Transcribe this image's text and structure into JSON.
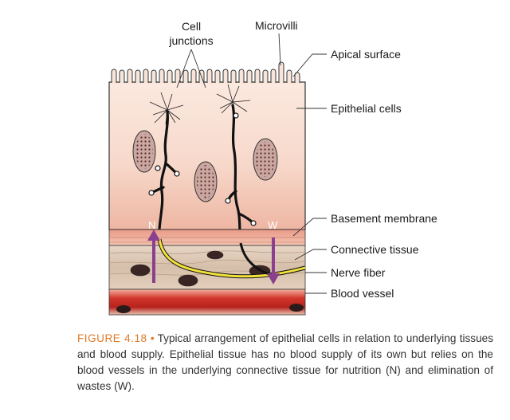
{
  "labels": {
    "cell_junctions_line1": "Cell",
    "cell_junctions_line2": "junctions",
    "microvilli": "Microvilli",
    "apical_surface": "Apical surface",
    "epithelial_cells": "Epithelial cells",
    "basement_membrane": "Basement membrane",
    "connective_tissue": "Connective tissue",
    "nerve_fiber": "Nerve fiber",
    "blood_vessel": "Blood vessel",
    "arrow_n": "N",
    "arrow_w": "W"
  },
  "caption": {
    "figure_number": "FIGURE 4.18",
    "bullet": "•",
    "text": "Typical arrangement of epithelial cells in relation to underlying tissues and blood supply. Epithelial tissue has no blood supply of its own but relies on the blood vessels in the underlying connective tissue for nutrition (N) and elimination of wastes (W)."
  },
  "colors": {
    "epithelium": "#f6d8c9",
    "nucleus": "#c9a7a0",
    "nucleus_dots": "#5a2a2a",
    "arrow": "#8a3f8f",
    "connective": "#d9c3b0",
    "nerve_fiber": "#f2e23a",
    "blood_vessel": "#c0302a",
    "caption_accent": "#e07a2a"
  }
}
